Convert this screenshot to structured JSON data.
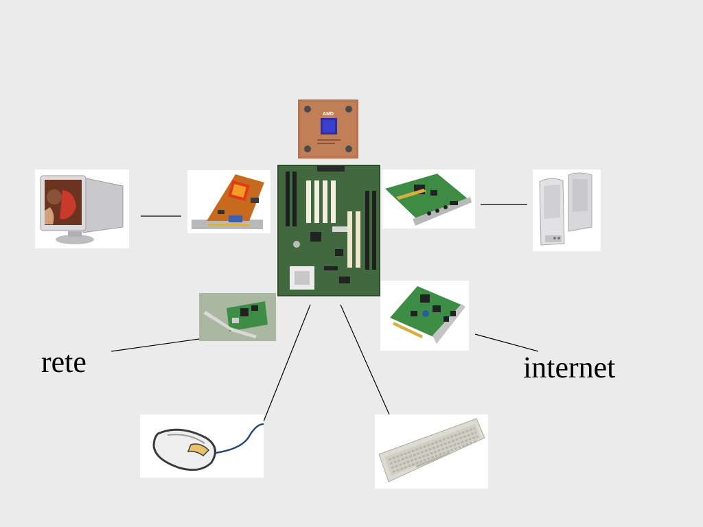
{
  "labels": {
    "network": "rete",
    "internet": "internet"
  },
  "cpu": {
    "brand": "AMD"
  },
  "colors": {
    "background": "#ebebeb",
    "pcb_green": "#3f7a3a",
    "cpu_copper": "#b8734d",
    "gpu_orange": "#e0701e",
    "line": "#000000"
  },
  "components": [
    {
      "name": "cpu-image",
      "icon": "cpu-icon"
    },
    {
      "name": "motherboard-image",
      "icon": "motherboard-icon"
    },
    {
      "name": "monitor-image",
      "icon": "crt-monitor-icon"
    },
    {
      "name": "video-card-image",
      "icon": "graphics-card-icon"
    },
    {
      "name": "sound-card-image",
      "icon": "sound-card-icon"
    },
    {
      "name": "speakers-image",
      "icon": "speakers-icon"
    },
    {
      "name": "network-card-image",
      "icon": "network-card-icon"
    },
    {
      "name": "modem-card-image",
      "icon": "modem-card-icon"
    },
    {
      "name": "mouse-image",
      "icon": "mouse-icon"
    },
    {
      "name": "keyboard-image",
      "icon": "keyboard-icon"
    }
  ]
}
